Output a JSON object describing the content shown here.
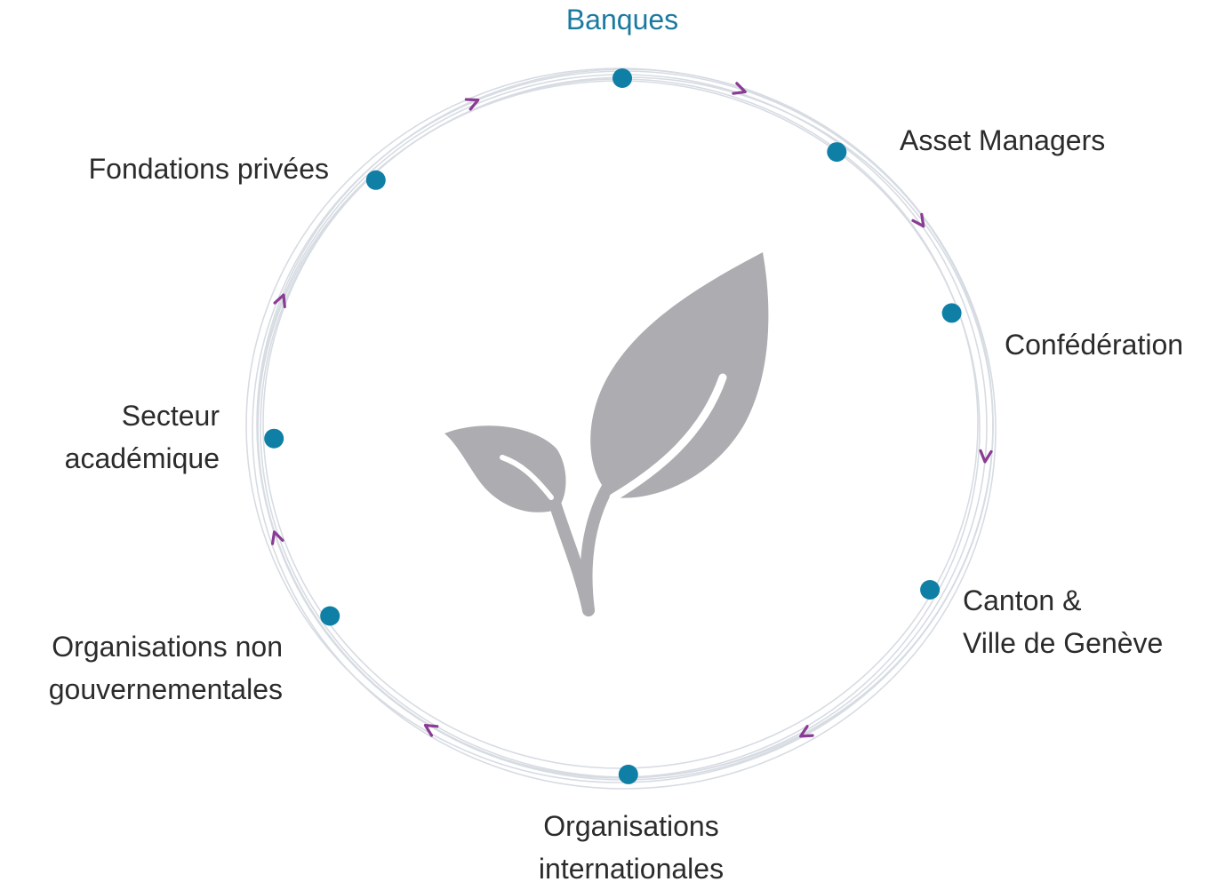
{
  "colors": {
    "node": "#0f7fa6",
    "arrow": "#8a3b93",
    "ring": "#d7dce3",
    "plant": "#adadb1",
    "text": "#2b2b2b",
    "highlight_text": "#1a7aa0"
  },
  "center_icon": "leaf-sprout-icon",
  "stakeholders": [
    {
      "id": "banques",
      "lines": [
        "Banques"
      ],
      "highlighted": true
    },
    {
      "id": "asset-managers",
      "lines": [
        "Asset Managers"
      ]
    },
    {
      "id": "confederation",
      "lines": [
        "Confédération"
      ]
    },
    {
      "id": "canton",
      "lines": [
        "Canton &",
        "Ville de Genève"
      ]
    },
    {
      "id": "org-internationales",
      "lines": [
        "Organisations",
        "internationales"
      ]
    },
    {
      "id": "ong",
      "lines": [
        "Organisations non",
        "gouvernementales"
      ]
    },
    {
      "id": "academique",
      "lines": [
        "Secteur",
        "académique"
      ]
    },
    {
      "id": "fondations",
      "lines": [
        "Fondations privées"
      ]
    }
  ],
  "cycle_direction": "clockwise"
}
